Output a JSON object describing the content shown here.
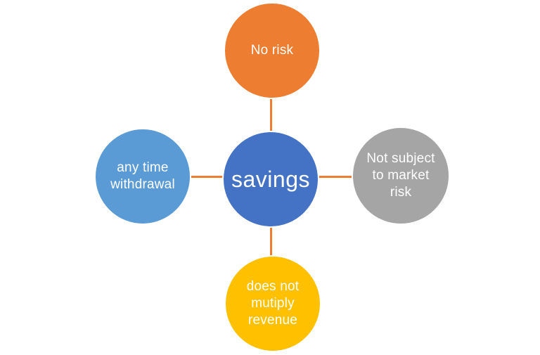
{
  "background_color": "#FFFFFF",
  "diagram": {
    "type": "radial-cycle",
    "connector_color": "#ED7D31",
    "node_text_color": "#FFFFFF",
    "center": {
      "label": "savings",
      "color": "#4472C4"
    },
    "nodes": [
      {
        "position": "top",
        "label": "No risk",
        "color": "#ED7D31"
      },
      {
        "position": "right",
        "label": "Not subject to market risk",
        "color": "#A5A5A5"
      },
      {
        "position": "bottom",
        "label": "does not mutiply revenue",
        "color": "#FFC000"
      },
      {
        "position": "left",
        "label": "any time withdrawal",
        "color": "#5B9BD5"
      }
    ]
  }
}
